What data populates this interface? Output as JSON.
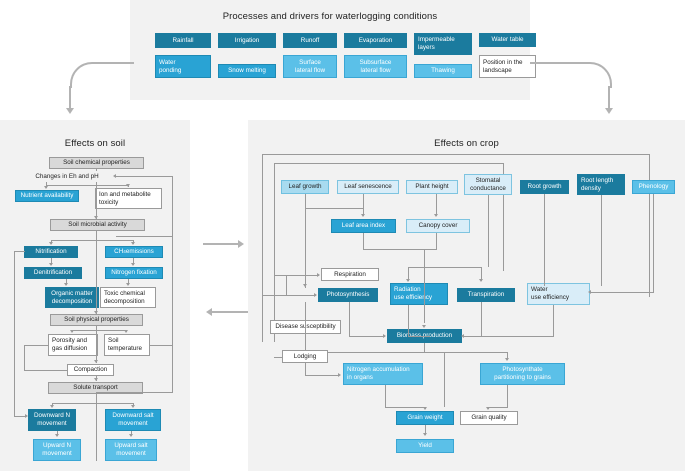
{
  "top_panel": {
    "title": "Processes and drivers for waterlogging conditions",
    "nodes": [
      {
        "id": "rainfall",
        "label": "Rainfall",
        "fill": "#1b7b9e"
      },
      {
        "id": "irrigation",
        "label": "Irrigation",
        "fill": "#1b7b9e"
      },
      {
        "id": "runoff",
        "label": "Runoff",
        "fill": "#1b7b9e"
      },
      {
        "id": "evaporation",
        "label": "Evaporation",
        "fill": "#1b7b9e"
      },
      {
        "id": "impermeable-layers",
        "label": "Impermeable layers",
        "fill": "#1b7b9e"
      },
      {
        "id": "water-table",
        "label": "Water table",
        "fill": "#1b7b9e"
      },
      {
        "id": "water-ponding",
        "label": "Water ponding",
        "fill": "#29a3d4"
      },
      {
        "id": "snow-melting",
        "label": "Snow melting",
        "fill": "#29a3d4"
      },
      {
        "id": "surface-lateral-flow",
        "label": "Surface lateral flow",
        "fill": "#5bc0e8"
      },
      {
        "id": "subsurface-lateral-flow",
        "label": "Subsurface lateral flow",
        "fill": "#5bc0e8"
      },
      {
        "id": "thawing",
        "label": "Thawing",
        "fill": "#5bc0e8"
      },
      {
        "id": "position-in-the-landscape",
        "label": "Position in the landscape",
        "fill": "#ffffff"
      }
    ]
  },
  "soil_panel": {
    "title": "Effects on soil",
    "nodes": [
      {
        "id": "soil-chemical-properties",
        "label": "Soil chemical properties",
        "fill": "#d9d9d9"
      },
      {
        "id": "changes-in-eh-and-ph",
        "label": "Changes in Eh and pH",
        "fill": "transparent"
      },
      {
        "id": "nutrient-availability",
        "label": "Nutrient availability",
        "fill": "#29a3d4"
      },
      {
        "id": "ion-and-metabolite-toxicity",
        "label": "Ion and metabolite toxicity",
        "fill": "#ffffff"
      },
      {
        "id": "soil-microbial-activity",
        "label": "Soil microbial activity",
        "fill": "#d9d9d9"
      },
      {
        "id": "nitrification",
        "label": "Nitrification",
        "fill": "#1b7b9e"
      },
      {
        "id": "ch4-emissions",
        "label": "CH4 emissions",
        "fill": "#29a3d4"
      },
      {
        "id": "denitrification",
        "label": "Denitrification",
        "fill": "#1b7b9e"
      },
      {
        "id": "nitrogen-fixation",
        "label": "Nitrogen fixation",
        "fill": "#29a3d4"
      },
      {
        "id": "organic-matter-decomposition",
        "label": "Organic matter decomposition",
        "fill": "#1b7b9e"
      },
      {
        "id": "toxic-chemical-decomposition",
        "label": "Toxic chemical decomposition",
        "fill": "#ffffff"
      },
      {
        "id": "soil-physical-properties",
        "label": "Soil physical properties",
        "fill": "#d9d9d9"
      },
      {
        "id": "porosity-and-gas-diffusion",
        "label": "Porosity and gas diffusion",
        "fill": "#ffffff"
      },
      {
        "id": "soil-temperature",
        "label": "Soil temperature",
        "fill": "#ffffff"
      },
      {
        "id": "compaction",
        "label": "Compaction",
        "fill": "#ffffff"
      },
      {
        "id": "solute-transport",
        "label": "Solute transport",
        "fill": "#d9d9d9"
      },
      {
        "id": "downward-n-movement",
        "label": "Downward N movement",
        "fill": "#1b7b9e"
      },
      {
        "id": "downward-salt-movement",
        "label": "Downward salt movement",
        "fill": "#29a3d4"
      },
      {
        "id": "upward-n-movement",
        "label": "Upward N movement",
        "fill": "#5bc0e8"
      },
      {
        "id": "upward-salt-movement",
        "label": "Upward salt movement",
        "fill": "#5bc0e8"
      }
    ]
  },
  "crop_panel": {
    "title": "Effects on crop",
    "nodes": [
      {
        "id": "leaf-growth",
        "label": "Leaf growth",
        "fill": "#a8dbf0"
      },
      {
        "id": "leaf-senescence",
        "label": "Leaf senescence",
        "fill": "#d9edf8"
      },
      {
        "id": "plant-height",
        "label": "Plant height",
        "fill": "#d9edf8"
      },
      {
        "id": "stomatal-conductance",
        "label": "Stomatal conductance",
        "fill": "#d9edf8"
      },
      {
        "id": "root-growth",
        "label": "Root growth",
        "fill": "#1b7b9e"
      },
      {
        "id": "root-length-density",
        "label": "Root length density",
        "fill": "#1b7b9e"
      },
      {
        "id": "phenology",
        "label": "Phenology",
        "fill": "#5bc0e8"
      },
      {
        "id": "leaf-area-index",
        "label": "Leaf area index",
        "fill": "#29a3d4"
      },
      {
        "id": "canopy-cover",
        "label": "Canopy cover",
        "fill": "#d9edf8"
      },
      {
        "id": "respiration",
        "label": "Respiration",
        "fill": "#ffffff"
      },
      {
        "id": "photosynthesis",
        "label": "Photosynthesis",
        "fill": "#1b7b9e"
      },
      {
        "id": "radiation-use-efficiency",
        "label": "Radiation use efficiency",
        "fill": "#29a3d4"
      },
      {
        "id": "transpiration",
        "label": "Transpiration",
        "fill": "#1b7b9e"
      },
      {
        "id": "water-use-efficiency",
        "label": "Water use efficiency",
        "fill": "#d9edf8"
      },
      {
        "id": "disease-susceptibility",
        "label": "Disease susceptibility",
        "fill": "#ffffff"
      },
      {
        "id": "biomass-production",
        "label": "Biomass production",
        "fill": "#1b7b9e"
      },
      {
        "id": "lodging",
        "label": "Lodging",
        "fill": "#ffffff"
      },
      {
        "id": "nitrogen-accumulation-in-organs",
        "label": "Nitrogen accumulation in organs",
        "fill": "#5bc0e8"
      },
      {
        "id": "photosynthate-partitioning-to-grains",
        "label": "Photosynthate partitioning to grains",
        "fill": "#5bc0e8"
      },
      {
        "id": "grain-weight",
        "label": "Grain weight",
        "fill": "#29a3d4"
      },
      {
        "id": "grain-quality",
        "label": "Grain quality",
        "fill": "#ffffff"
      },
      {
        "id": "yield",
        "label": "Yield",
        "fill": "#5bc0e8"
      }
    ]
  },
  "labels": {
    "top": {
      "rainfall": "Rainfall",
      "irrigation": "Irrigation",
      "runoff": "Runoff",
      "evaporation": "Evaporation",
      "impermeable_layers": "Impermeable\nlayers",
      "water_table": "Water table",
      "water_ponding": "Water\nponding",
      "snow_melting": "Snow melting",
      "surface_lateral_flow": "Surface\nlateral flow",
      "subsurface_lateral_flow": "Subsurface\nlateral flow",
      "thawing": "Thawing",
      "position_in_the_landscape": "Position in the\nlandscape"
    },
    "soil": {
      "soil_chemical_properties": "Soil chemical properties",
      "changes_in_eh_and_ph": "Changes in Eh and pH",
      "nutrient_availability": "Nutrient availability",
      "ion_and_metabolite_toxicity": "Ion and metabolite\ntoxicity",
      "soil_microbial_activity": "Soil microbial activity",
      "nitrification": "Nitrification",
      "ch4_emissions_pre": "CH",
      "ch4_emissions_sub": "4",
      "ch4_emissions_post": " emissions",
      "denitrification": "Denitrification",
      "nitrogen_fixation": "Nitrogen fixation",
      "organic_matter_decomposition": "Organic matter\ndecomposition",
      "toxic_chemical_decomposition": "Toxic chemical\ndecomposition",
      "soil_physical_properties": "Soil physical properties",
      "porosity_and_gas_diffusion": "Porosity and\ngas diffusion",
      "soil_temperature": "Soil\ntemperature",
      "compaction": "Compaction",
      "solute_transport": "Solute transport",
      "downward_n_movement": "Downward N\nmovement",
      "downward_salt_movement": "Downward salt\nmovement",
      "upward_n_movement": "Upward N\nmovement",
      "upward_salt_movement": "Upward salt\nmovement"
    },
    "crop": {
      "leaf_growth": "Leaf growth",
      "leaf_senescence": "Leaf senescence",
      "plant_height": "Plant height",
      "stomatal_conductance": "Stomatal\nconductance",
      "root_growth": "Root growth",
      "root_length_density": "Root length\ndensity",
      "phenology": "Phenology",
      "leaf_area_index": "Leaf area index",
      "canopy_cover": "Canopy cover",
      "respiration": "Respiration",
      "photosynthesis": "Photosynthesis",
      "radiation_use_efficiency": "Radiation\nuse efficiency",
      "transpiration": "Transpiration",
      "water_use_efficiency": "Water\nuse efficiency",
      "disease_susceptibility": "Disease susceptibility",
      "biomass_production": "Biomass production",
      "lodging": "Lodging",
      "nitrogen_accumulation_in_organs": "Nitrogen accumulation\nin organs",
      "photosynthate_partitioning_to_grains": "Photosynthate\npartitioning to grains",
      "grain_weight": "Grain weight",
      "grain_quality": "Grain quality",
      "yield": "Yield"
    }
  },
  "colors": {
    "panel_bg": "#f2f2f2",
    "dark_blue": "#1b7b9e",
    "mid_blue": "#29a3d4",
    "light_blue": "#5bc0e8",
    "pale_blue": "#d9edf8",
    "grey_fill": "#d9d9d9",
    "connector": "#9a9a9a",
    "big_arrow": "#b3b3b3",
    "text_dark": "#222222",
    "text_light": "#ffffff"
  }
}
